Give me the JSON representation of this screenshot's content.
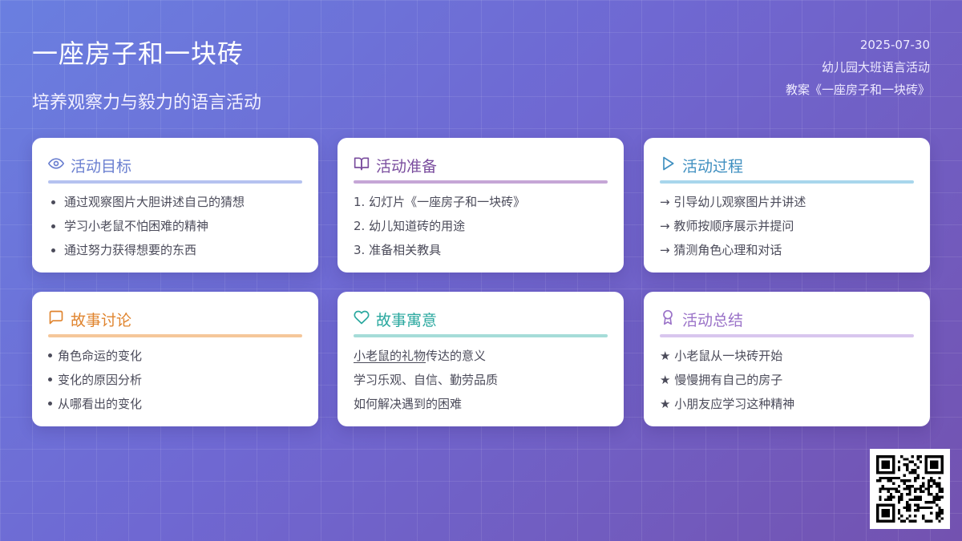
{
  "header": {
    "title": "一座房子和一块砖",
    "subtitle": "培养观察力与毅力的语言活动",
    "date": "2025-07-30",
    "category": "幼儿园大班语言活动",
    "plan_name": "教案《一座房子和一块砖》"
  },
  "cards": [
    {
      "title": "活动目标",
      "icon": "eye-icon",
      "color": "#6a7fd0",
      "rule_color": "#b5c2f0",
      "items": [
        "通过观察图片大胆讲述自己的猜想",
        "学习小老鼠不怕困难的精神",
        "通过努力获得想要的东西"
      ]
    },
    {
      "title": "活动准备",
      "icon": "book-icon",
      "color": "#7a4d9e",
      "rule_color": "#c5a6d6",
      "items": [
        "1. 幻灯片《一座房子和一块砖》",
        "2. 幼儿知道砖的用途",
        "3. 准备相关教具"
      ]
    },
    {
      "title": "活动过程",
      "icon": "play-icon",
      "color": "#3f8fc0",
      "rule_color": "#a8d6ec",
      "items": [
        "→ 引导幼儿观察图片并讲述",
        "→ 教师按顺序展示并提问",
        "→ 猜测角色心理和对话"
      ]
    },
    {
      "title": "故事讨论",
      "icon": "chat-icon",
      "color": "#e0842e",
      "rule_color": "#f5c79a",
      "items": [
        "角色命运的变化",
        "变化的原因分析",
        "从哪看出的变化"
      ]
    },
    {
      "title": "故事寓意",
      "icon": "heart-icon",
      "color": "#2aa89f",
      "rule_color": "#a5dcd8",
      "items_first_underlined": "小老鼠的礼物",
      "items_first_rest": "传达的意义",
      "items": [
        "学习乐观、自信、勤劳品质",
        "如何解决遇到的困难"
      ]
    },
    {
      "title": "活动总结",
      "icon": "award-icon",
      "color": "#9a72c8",
      "rule_color": "#d8c6ee",
      "items": [
        "★ 小老鼠从一块砖开始",
        "★ 慢慢拥有自己的房子",
        "★ 小朋友应学习这种精神"
      ]
    }
  ],
  "qr": {
    "icon": "qr-code-icon"
  }
}
